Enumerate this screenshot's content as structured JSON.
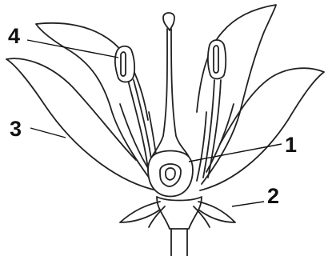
{
  "diagram": {
    "labels": {
      "ovary": "1",
      "sepal": "2",
      "petal": "3",
      "anther": "4"
    }
  }
}
